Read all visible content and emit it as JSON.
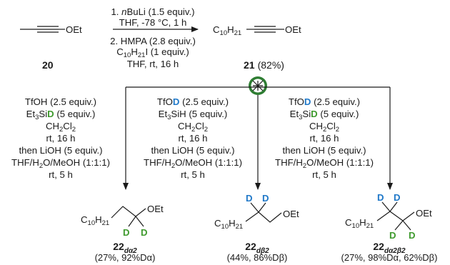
{
  "compounds": {
    "start": {
      "number": "20",
      "group": "OEt"
    },
    "intermediate": {
      "number": "21",
      "yield": "(82%)",
      "chain": "C",
      "chain_sub": "10",
      "chain_h": "H",
      "chain_h_sub": "21",
      "group": "OEt"
    }
  },
  "step1": {
    "line1_a": "1. ",
    "line1_b": "n",
    "line1_c": "BuLi (1.5 equiv.)",
    "line2": "THF, -78 °C, 1 h",
    "line3": "2. HMPA (2.8 equiv.)",
    "line4_a": "C",
    "line4_b": "10",
    "line4_c": "H",
    "line4_d": "21",
    "line4_e": "I (1 equiv.)",
    "line5": "THF, rt, 16 h"
  },
  "branches": [
    {
      "reagent1_a": "TfOH (2.5 equiv.)",
      "reagent2_a": "Et",
      "reagent2_b": "3",
      "reagent2_c": "Si",
      "reagent2_d": "D",
      "reagent2_e": " (5 equiv.)",
      "solvent_a": "CH",
      "solvent_b": "2",
      "solvent_c": "Cl",
      "solvent_d": "2",
      "time1": "rt, 16 h",
      "then": "then LiOH (5 equiv.)",
      "mix": "THF/H",
      "mix_sub": "2",
      "mix_rest": "O/MeOH (1:1:1)",
      "time2": "rt, 5 h",
      "product_number": "22",
      "product_sub": "dα2",
      "product_yield": "(27%, 92%Dα)"
    },
    {
      "reagent1_a": "TfO",
      "reagent1_b": "D",
      "reagent1_c": " (2.5 equiv.)",
      "reagent2_a": "Et",
      "reagent2_b": "3",
      "reagent2_c": "SiH (5 equiv.)",
      "solvent_a": "CH",
      "solvent_b": "2",
      "solvent_c": "Cl",
      "solvent_d": "2",
      "time1": "rt, 16 h",
      "then": "then LiOH (5 equiv.)",
      "mix": "THF/H",
      "mix_sub": "2",
      "mix_rest": "O/MeOH (1:1:1)",
      "time2": "rt, 5 h",
      "product_number": "22",
      "product_sub": "dβ2",
      "product_yield": "(44%, 86%Dβ)"
    },
    {
      "reagent1_a": "TfO",
      "reagent1_b": "D",
      "reagent1_c": " (2.5 equiv.)",
      "reagent2_a": "Et",
      "reagent2_b": "3",
      "reagent2_c": "Si",
      "reagent2_d": "D",
      "reagent2_e": " (5 equiv.)",
      "solvent_a": "CH",
      "solvent_b": "2",
      "solvent_c": "Cl",
      "solvent_d": "2",
      "time1": "rt, 16 h",
      "then": "then LiOH (5 equiv.)",
      "mix": "THF/H",
      "mix_sub": "2",
      "mix_rest": "O/MeOH (1:1:1)",
      "time2": "rt, 5 h",
      "product_number": "22",
      "product_sub": "dα2β2",
      "product_yield": "(27%, 98%Dα, 62%Dβ)"
    }
  ],
  "labels": {
    "D": "D",
    "OEt": "OEt",
    "C": "C",
    "H": "H",
    "sub10": "10",
    "sub21": "21"
  },
  "colors": {
    "deuterium_alpha": "#3f9a2e",
    "deuterium_beta": "#1f78c8",
    "split_icon_bg": "#2e7d32",
    "split_icon_fg": "#2f80d0"
  }
}
